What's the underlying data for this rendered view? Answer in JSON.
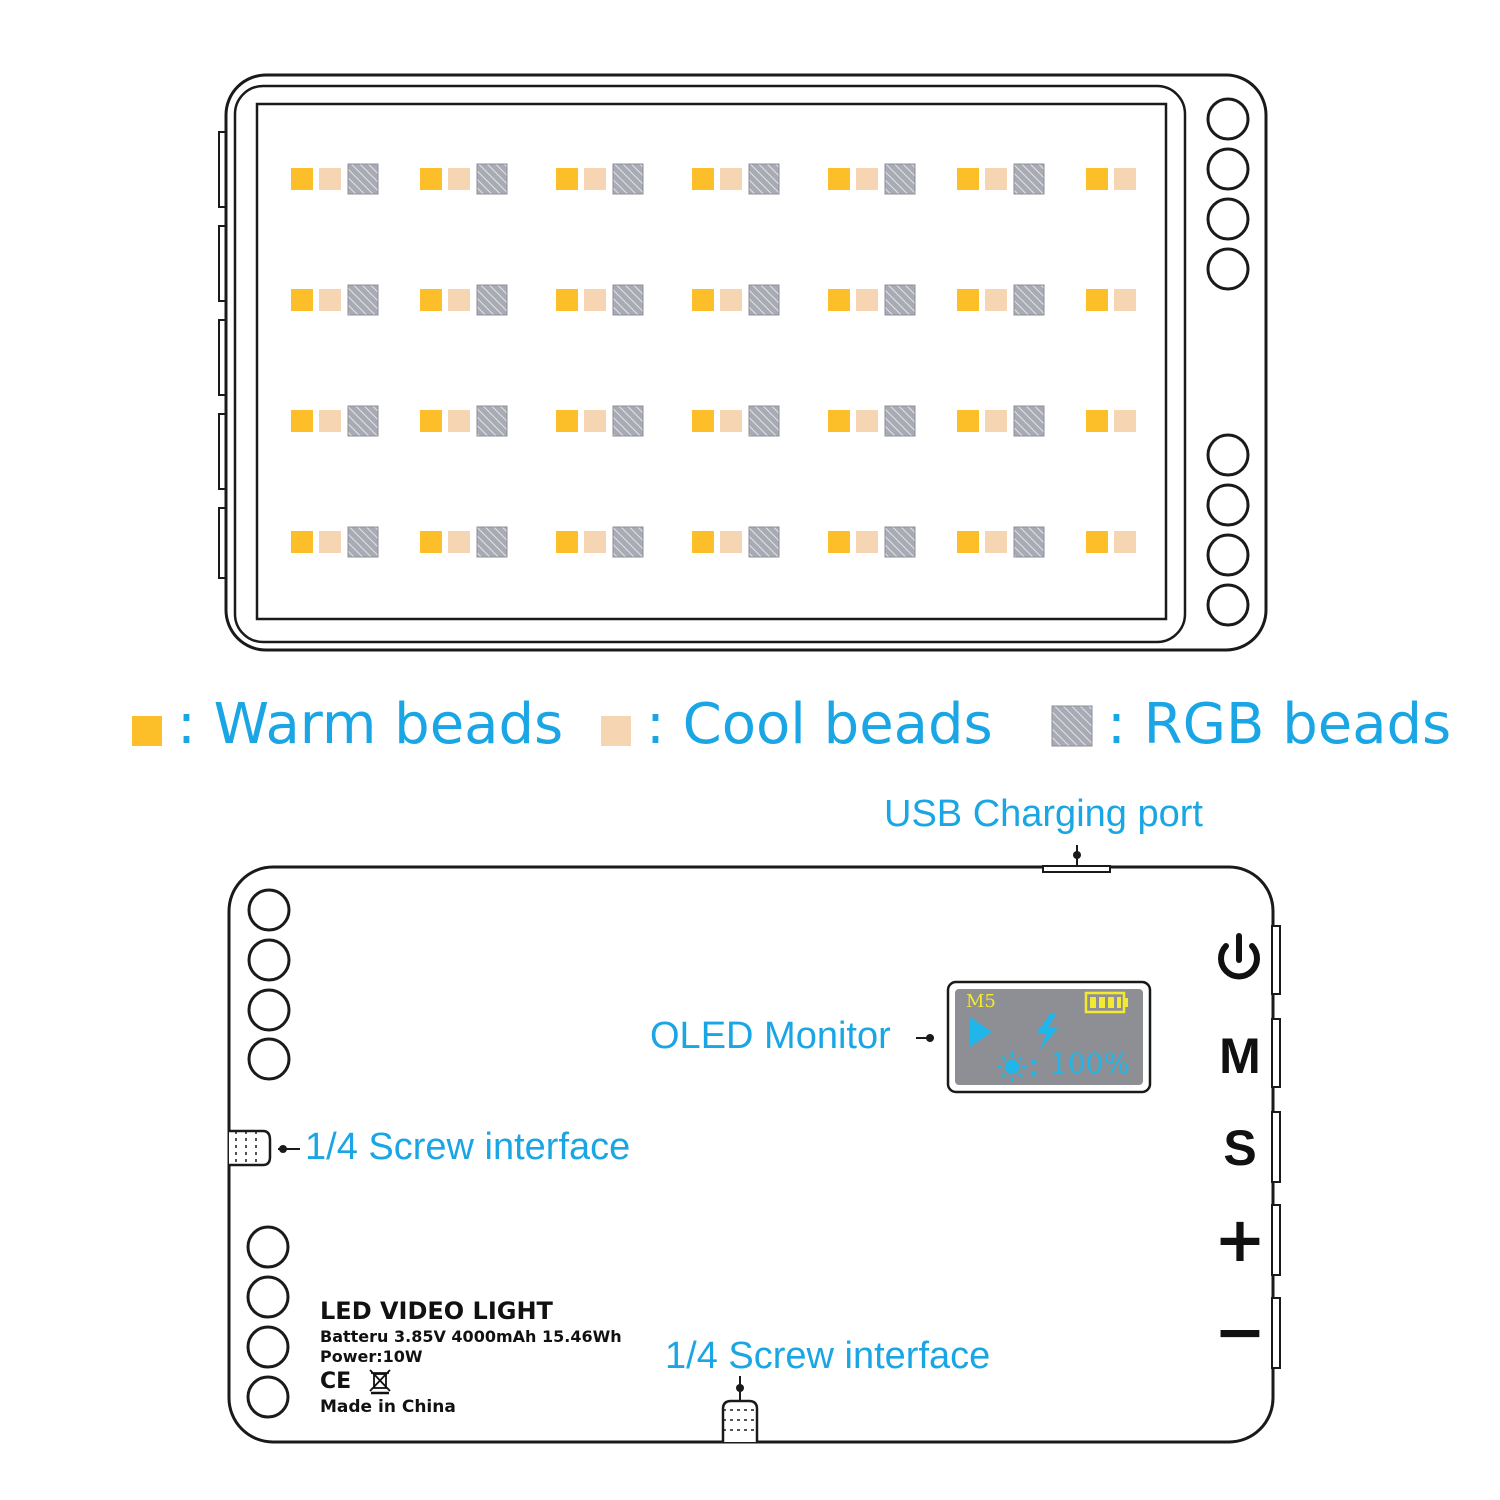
{
  "colors": {
    "warm": "#fcbf2a",
    "cool": "#f6d6b2",
    "rgb": "#9a9ca6",
    "accent": "#1aa6e4",
    "outline": "#1a1a1a",
    "oled_bg": "#8d8f94",
    "oled_yellow": "#f3e92f",
    "oled_blue": "#20b6ea"
  },
  "legend": [
    {
      "type": "warm",
      "label": ": Warm beads"
    },
    {
      "type": "cool",
      "label": ": Cool beads"
    },
    {
      "type": "rgb",
      "label": ": RGB beads"
    }
  ],
  "front_panel": {
    "bead_rows": 4,
    "full_groups_per_row": 6,
    "partial_groups_per_row": 1
  },
  "back_panel": {
    "callouts": {
      "usb": "USB Charging port",
      "oled": "OLED Monitor",
      "screw_side": "1/4 Screw interface",
      "screw_bottom": "1/4 Screw interface"
    },
    "oled": {
      "mode": "M5",
      "brightness": "100%",
      "icons": [
        "battery-icon",
        "play-icon",
        "lightning-icon",
        "sun-icon"
      ]
    },
    "buttons": [
      {
        "name": "power",
        "icon": "power-icon"
      },
      {
        "name": "mode",
        "label": "M"
      },
      {
        "name": "select",
        "label": "S"
      },
      {
        "name": "plus",
        "label": "+"
      },
      {
        "name": "minus",
        "label": "−"
      }
    ],
    "spec_label": {
      "title": "LED VIDEO LIGHT",
      "battery": "Batteru 3.85V 4000mAh 15.46Wh",
      "power": "Power:10W",
      "cert": "CE",
      "origin": "Made in China"
    }
  }
}
